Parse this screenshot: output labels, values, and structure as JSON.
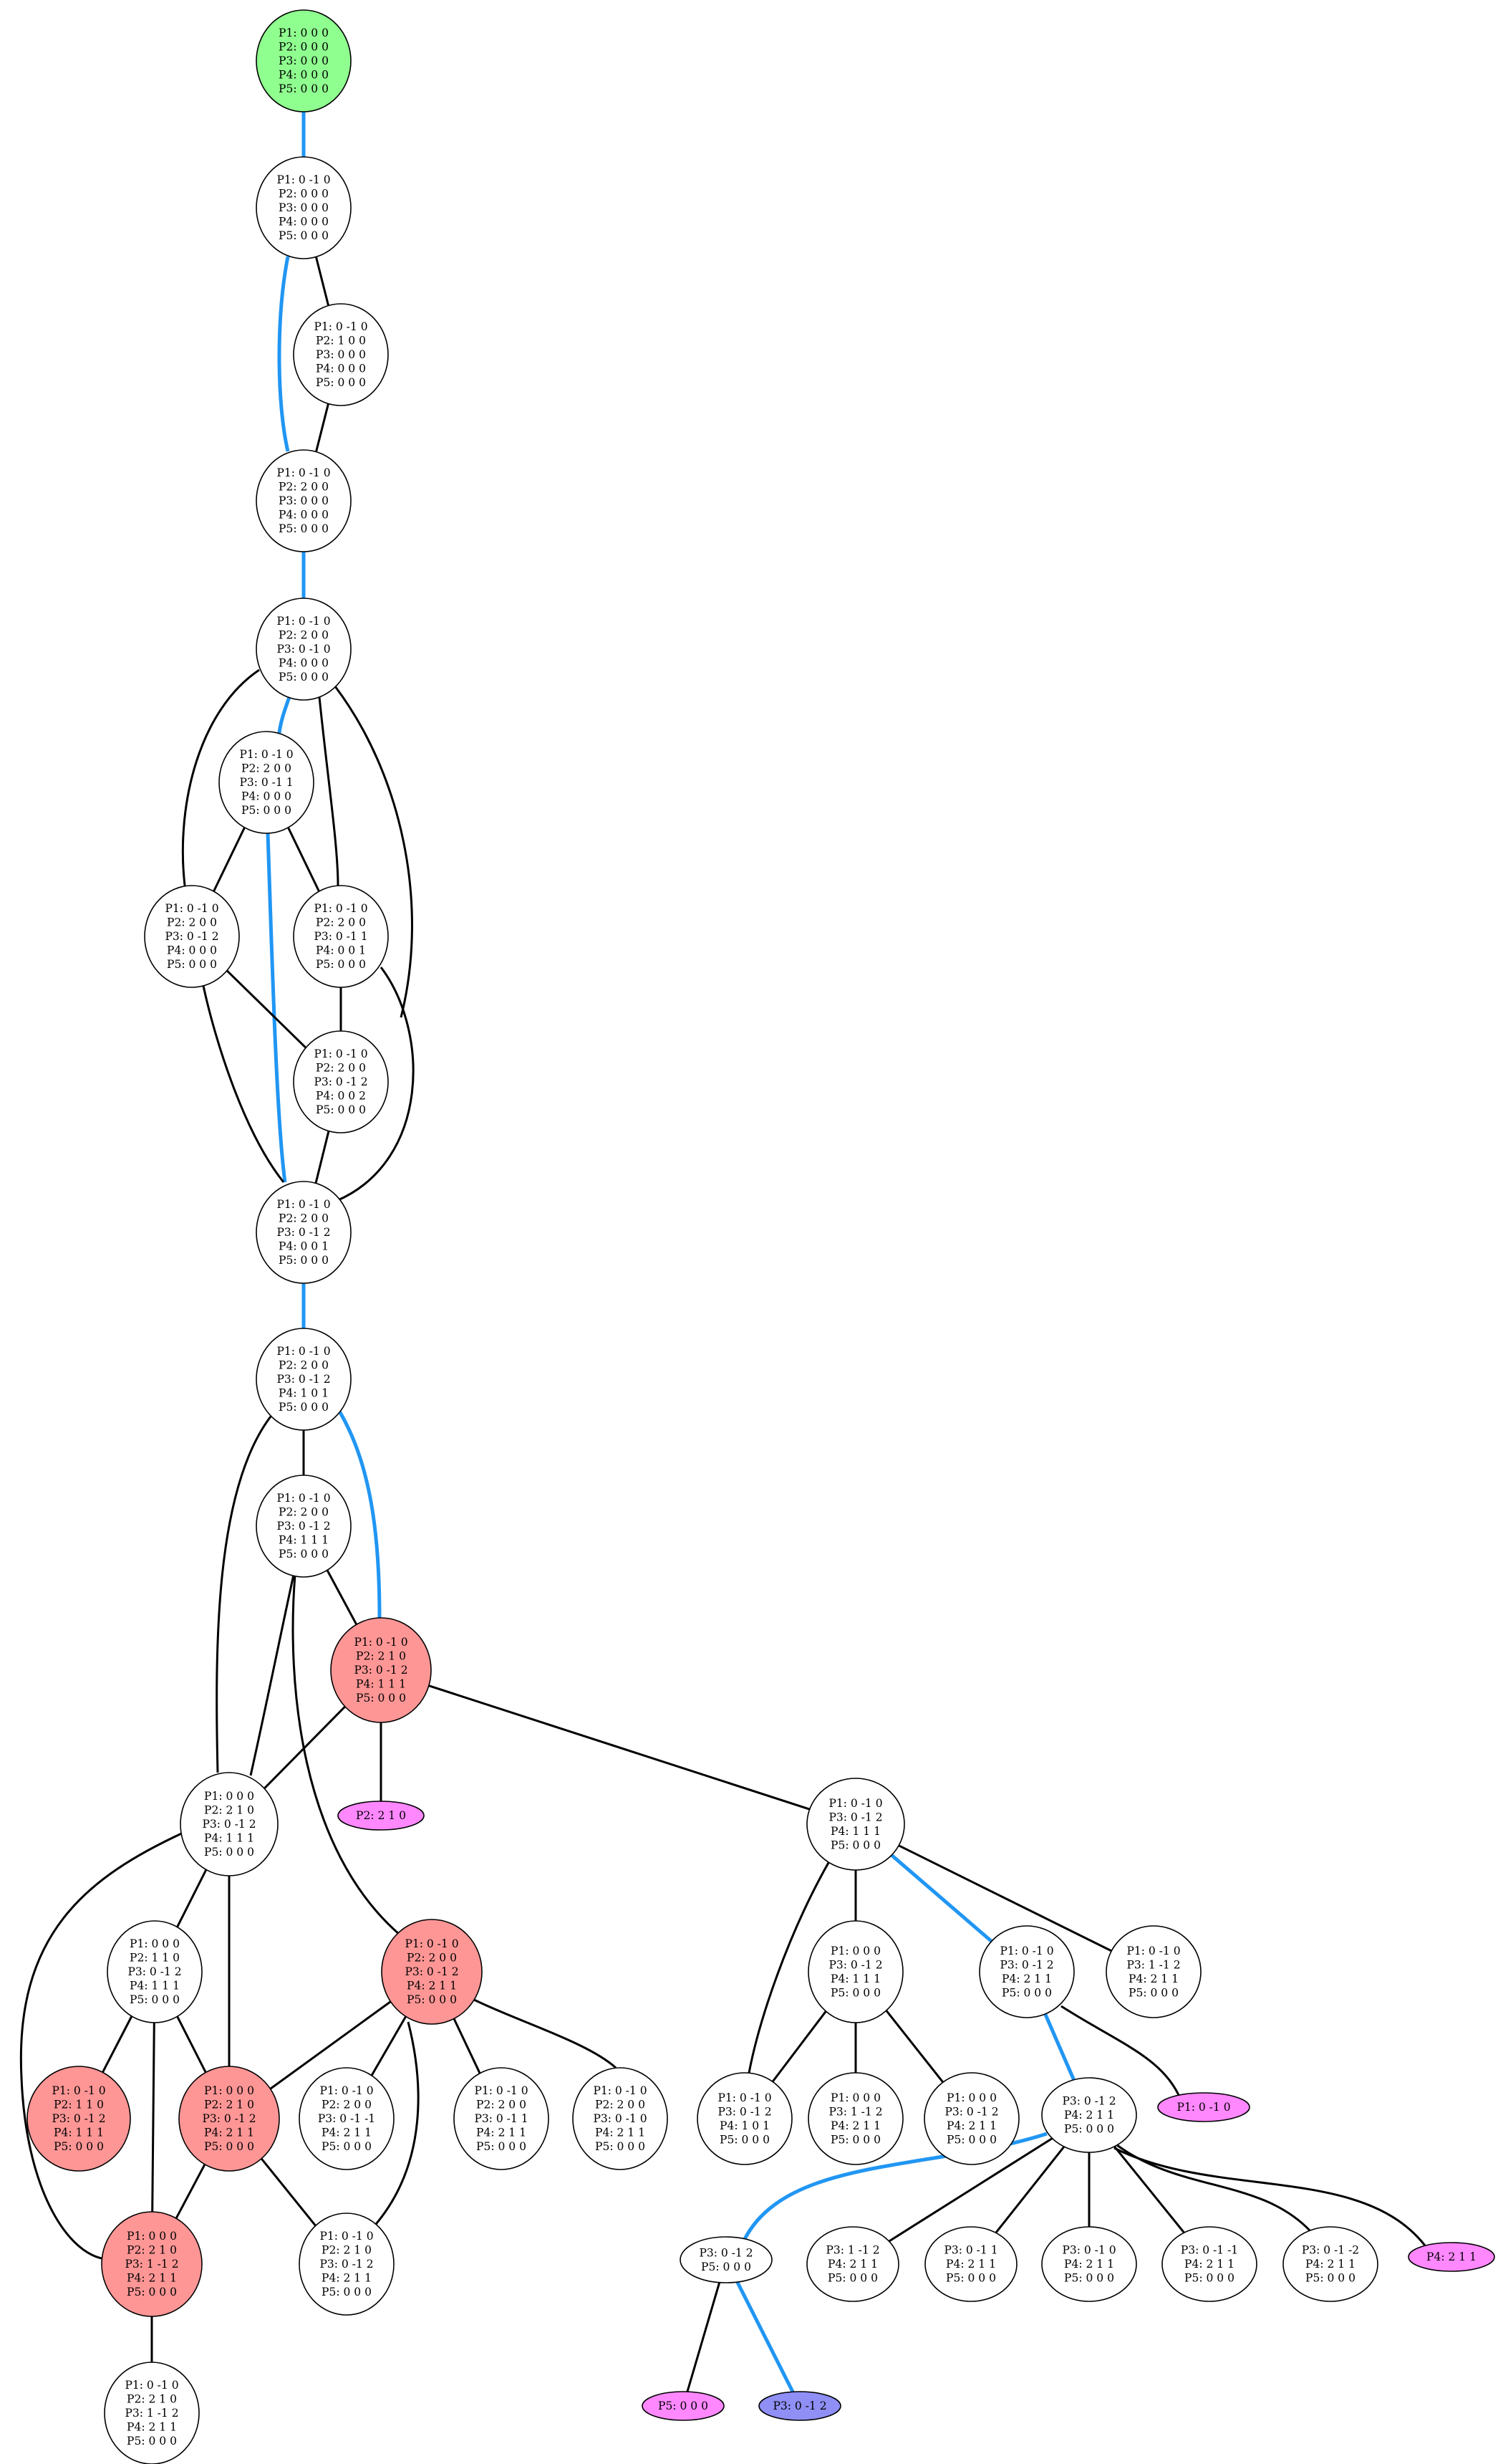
{
  "colors": {
    "path_edge": "#2196f3",
    "edge": "#000000",
    "start": "#8fff8f",
    "warning": "#ff9696",
    "leaf_pink": "#ff88ff",
    "leaf_blue": "#8f8ff5",
    "plain": "#ffffff"
  },
  "nodes": [
    {
      "id": "n1",
      "style": "start",
      "lines": [
        "P1: 0 0 0",
        "P2: 0 0 0",
        "P3: 0 0 0",
        "P4: 0 0 0",
        "P5: 0 0 0"
      ]
    },
    {
      "id": "n2",
      "style": "plain",
      "lines": [
        "P1: 0 -1 0",
        "P2: 0 0 0",
        "P3: 0 0 0",
        "P4: 0 0 0",
        "P5: 0 0 0"
      ]
    },
    {
      "id": "n3",
      "style": "plain",
      "lines": [
        "P1: 0 -1 0",
        "P2: 1 0 0",
        "P3: 0 0 0",
        "P4: 0 0 0",
        "P5: 0 0 0"
      ]
    },
    {
      "id": "n4",
      "style": "plain",
      "lines": [
        "P1: 0 -1 0",
        "P2: 2 0 0",
        "P3: 0 0 0",
        "P4: 0 0 0",
        "P5: 0 0 0"
      ]
    },
    {
      "id": "n5",
      "style": "plain",
      "lines": [
        "P1: 0 -1 0",
        "P2: 2 0 0",
        "P3: 0 -1 0",
        "P4: 0 0 0",
        "P5: 0 0 0"
      ]
    },
    {
      "id": "n6",
      "style": "plain",
      "lines": [
        "P1: 0 -1 0",
        "P2: 2 0 0",
        "P3: 0 -1 1",
        "P4: 0 0 0",
        "P5: 0 0 0"
      ]
    },
    {
      "id": "n7",
      "style": "plain",
      "lines": [
        "P1: 0 -1 0",
        "P2: 2 0 0",
        "P3: 0 -1 2",
        "P4: 0 0 0",
        "P5: 0 0 0"
      ]
    },
    {
      "id": "n8",
      "style": "plain",
      "lines": [
        "P1: 0 -1 0",
        "P2: 2 0 0",
        "P3: 0 -1 1",
        "P4: 0 0 1",
        "P5: 0 0 0"
      ]
    },
    {
      "id": "n9",
      "style": "plain",
      "lines": [
        "P1: 0 -1 0",
        "P2: 2 0 0",
        "P3: 0 -1 2",
        "P4: 0 0 2",
        "P5: 0 0 0"
      ]
    },
    {
      "id": "n10",
      "style": "plain",
      "lines": [
        "P1: 0 -1 0",
        "P2: 2 0 0",
        "P3: 0 -1 2",
        "P4: 0 0 1",
        "P5: 0 0 0"
      ]
    },
    {
      "id": "n11",
      "style": "plain",
      "lines": [
        "P1: 0 -1 0",
        "P2: 2 0 0",
        "P3: 0 -1 2",
        "P4: 1 0 1",
        "P5: 0 0 0"
      ]
    },
    {
      "id": "n12",
      "style": "plain",
      "lines": [
        "P1: 0 -1 0",
        "P2: 2 0 0",
        "P3: 0 -1 2",
        "P4: 1 1 1",
        "P5: 0 0 0"
      ]
    },
    {
      "id": "n13",
      "style": "warning",
      "lines": [
        "P1: 0 -1 0",
        "P2: 2 1 0",
        "P3: 0 -1 2",
        "P4: 1 1 1",
        "P5: 0 0 0"
      ]
    },
    {
      "id": "n14",
      "style": "leaf_pink",
      "lines": [
        "P2: 2 1 0"
      ]
    },
    {
      "id": "n15",
      "style": "plain",
      "lines": [
        "P1: 0 0 0",
        "P2: 2 1 0",
        "P3: 0 -1 2",
        "P4: 1 1 1",
        "P5: 0 0 0"
      ]
    },
    {
      "id": "n16",
      "style": "plain",
      "lines": [
        "P1: 0 -1 0",
        "P3: 0 -1 2",
        "P4: 1 1 1",
        "P5: 0 0 0"
      ]
    },
    {
      "id": "n17",
      "style": "plain",
      "lines": [
        "P1: 0 0 0",
        "P2: 1 1 0",
        "P3: 0 -1 2",
        "P4: 1 1 1",
        "P5: 0 0 0"
      ]
    },
    {
      "id": "n18",
      "style": "warning",
      "lines": [
        "P1: 0 -1 0",
        "P2: 2 0 0",
        "P3: 0 -1 2",
        "P4: 2 1 1",
        "P5: 0 0 0"
      ]
    },
    {
      "id": "n19",
      "style": "plain",
      "lines": [
        "P1: 0 0 0",
        "P3: 0 -1 2",
        "P4: 1 1 1",
        "P5: 0 0 0"
      ]
    },
    {
      "id": "n20",
      "style": "plain",
      "lines": [
        "P1: 0 -1 0",
        "P3: 0 -1 2",
        "P4: 2 1 1",
        "P5: 0 0 0"
      ]
    },
    {
      "id": "n21",
      "style": "plain",
      "lines": [
        "P1: 0 -1 0",
        "P3: 1 -1 2",
        "P4: 2 1 1",
        "P5: 0 0 0"
      ]
    },
    {
      "id": "n22",
      "style": "warning",
      "lines": [
        "P1: 0 -1 0",
        "P2: 1 1 0",
        "P3: 0 -1 2",
        "P4: 1 1 1",
        "P5: 0 0 0"
      ]
    },
    {
      "id": "n23",
      "style": "warning",
      "lines": [
        "P1: 0 0 0",
        "P2: 2 1 0",
        "P3: 0 -1 2",
        "P4: 2 1 1",
        "P5: 0 0 0"
      ]
    },
    {
      "id": "n24",
      "style": "plain",
      "lines": [
        "P1: 0 -1 0",
        "P2: 2 0 0",
        "P3: 0 -1 -1",
        "P4: 2 1 1",
        "P5: 0 0 0"
      ]
    },
    {
      "id": "n25",
      "style": "plain",
      "lines": [
        "P1: 0 -1 0",
        "P2: 2 0 0",
        "P3: 0 -1 1",
        "P4: 2 1 1",
        "P5: 0 0 0"
      ]
    },
    {
      "id": "n26",
      "style": "plain",
      "lines": [
        "P1: 0 -1 0",
        "P2: 2 0 0",
        "P3: 0 -1 0",
        "P4: 2 1 1",
        "P5: 0 0 0"
      ]
    },
    {
      "id": "n27",
      "style": "plain",
      "lines": [
        "P1: 0 -1 0",
        "P3: 0 -1 2",
        "P4: 1 0 1",
        "P5: 0 0 0"
      ]
    },
    {
      "id": "n28",
      "style": "plain",
      "lines": [
        "P1: 0 0 0",
        "P3: 1 -1 2",
        "P4: 2 1 1",
        "P5: 0 0 0"
      ]
    },
    {
      "id": "n29",
      "style": "plain",
      "lines": [
        "P1: 0 0 0",
        "P3: 0 -1 2",
        "P4: 2 1 1",
        "P5: 0 0 0"
      ]
    },
    {
      "id": "n30",
      "style": "plain",
      "lines": [
        "P3: 0 -1 2",
        "P4: 2 1 1",
        "P5: 0 0 0"
      ]
    },
    {
      "id": "n31",
      "style": "leaf_pink",
      "lines": [
        "P1: 0 -1 0"
      ]
    },
    {
      "id": "n32",
      "style": "warning",
      "lines": [
        "P1: 0 0 0",
        "P2: 2 1 0",
        "P3: 1 -1 2",
        "P4: 2 1 1",
        "P5: 0 0 0"
      ]
    },
    {
      "id": "n33",
      "style": "plain",
      "lines": [
        "P1: 0 -1 0",
        "P2: 2 1 0",
        "P3: 0 -1 2",
        "P4: 2 1 1",
        "P5: 0 0 0"
      ]
    },
    {
      "id": "n34",
      "style": "plain",
      "lines": [
        "P3: 0 -1 2",
        "P5: 0 0 0"
      ]
    },
    {
      "id": "n35",
      "style": "plain",
      "lines": [
        "P3: 1 -1 2",
        "P4: 2 1 1",
        "P5: 0 0 0"
      ]
    },
    {
      "id": "n36",
      "style": "plain",
      "lines": [
        "P3: 0 -1 1",
        "P4: 2 1 1",
        "P5: 0 0 0"
      ]
    },
    {
      "id": "n37",
      "style": "plain",
      "lines": [
        "P3: 0 -1 0",
        "P4: 2 1 1",
        "P5: 0 0 0"
      ]
    },
    {
      "id": "n38",
      "style": "plain",
      "lines": [
        "P3: 0 -1 -1",
        "P4: 2 1 1",
        "P5: 0 0 0"
      ]
    },
    {
      "id": "n39",
      "style": "plain",
      "lines": [
        "P3: 0 -1 -2",
        "P4: 2 1 1",
        "P5: 0 0 0"
      ]
    },
    {
      "id": "n40",
      "style": "leaf_pink",
      "lines": [
        "P4: 2 1 1"
      ]
    },
    {
      "id": "n41",
      "style": "plain",
      "lines": [
        "P1: 0 -1 0",
        "P2: 2 1 0",
        "P3: 1 -1 2",
        "P4: 2 1 1",
        "P5: 0 0 0"
      ]
    },
    {
      "id": "n42",
      "style": "leaf_pink",
      "lines": [
        "P5: 0 0 0"
      ]
    },
    {
      "id": "n43",
      "style": "leaf_blue",
      "lines": [
        "P3: 0 -1 2"
      ]
    }
  ],
  "edges": [
    {
      "from": "n1",
      "to": "n2",
      "path": true
    },
    {
      "from": "n2",
      "to": "n3",
      "path": false
    },
    {
      "from": "n2",
      "to": "n4",
      "path": true
    },
    {
      "from": "n3",
      "to": "n4",
      "path": false
    },
    {
      "from": "n4",
      "to": "n5",
      "path": true
    },
    {
      "from": "n5",
      "to": "n6",
      "path": true
    },
    {
      "from": "n5",
      "to": "n7",
      "path": false
    },
    {
      "from": "n5",
      "to": "n8",
      "path": false
    },
    {
      "from": "n5",
      "to": "n9",
      "path": false
    },
    {
      "from": "n6",
      "to": "n7",
      "path": false
    },
    {
      "from": "n6",
      "to": "n8",
      "path": false
    },
    {
      "from": "n6",
      "to": "n10",
      "path": true
    },
    {
      "from": "n7",
      "to": "n9",
      "path": false
    },
    {
      "from": "n7",
      "to": "n10",
      "path": false
    },
    {
      "from": "n8",
      "to": "n9",
      "path": false
    },
    {
      "from": "n8",
      "to": "n10",
      "path": false
    },
    {
      "from": "n9",
      "to": "n10",
      "path": false
    },
    {
      "from": "n10",
      "to": "n11",
      "path": true
    },
    {
      "from": "n11",
      "to": "n12",
      "path": false
    },
    {
      "from": "n11",
      "to": "n13",
      "path": true
    },
    {
      "from": "n11",
      "to": "n15",
      "path": false
    },
    {
      "from": "n12",
      "to": "n13",
      "path": false
    },
    {
      "from": "n12",
      "to": "n15",
      "path": false
    },
    {
      "from": "n12",
      "to": "n18",
      "path": false
    },
    {
      "from": "n13",
      "to": "n14",
      "path": false
    },
    {
      "from": "n13",
      "to": "n15",
      "path": false
    },
    {
      "from": "n13",
      "to": "n16",
      "path": false
    },
    {
      "from": "n15",
      "to": "n17",
      "path": false
    },
    {
      "from": "n15",
      "to": "n23",
      "path": false
    },
    {
      "from": "n15",
      "to": "n32",
      "path": false
    },
    {
      "from": "n16",
      "to": "n19",
      "path": false
    },
    {
      "from": "n16",
      "to": "n20",
      "path": true
    },
    {
      "from": "n16",
      "to": "n21",
      "path": false
    },
    {
      "from": "n16",
      "to": "n27",
      "path": false
    },
    {
      "from": "n17",
      "to": "n22",
      "path": false
    },
    {
      "from": "n17",
      "to": "n23",
      "path": false
    },
    {
      "from": "n17",
      "to": "n32",
      "path": false
    },
    {
      "from": "n18",
      "to": "n23",
      "path": false
    },
    {
      "from": "n18",
      "to": "n24",
      "path": false
    },
    {
      "from": "n18",
      "to": "n25",
      "path": false
    },
    {
      "from": "n18",
      "to": "n26",
      "path": false
    },
    {
      "from": "n18",
      "to": "n33",
      "path": false
    },
    {
      "from": "n19",
      "to": "n27",
      "path": false
    },
    {
      "from": "n19",
      "to": "n28",
      "path": false
    },
    {
      "from": "n19",
      "to": "n29",
      "path": false
    },
    {
      "from": "n20",
      "to": "n30",
      "path": true
    },
    {
      "from": "n20",
      "to": "n31",
      "path": false
    },
    {
      "from": "n23",
      "to": "n32",
      "path": false
    },
    {
      "from": "n23",
      "to": "n33",
      "path": false
    },
    {
      "from": "n30",
      "to": "n34",
      "path": true
    },
    {
      "from": "n30",
      "to": "n35",
      "path": false
    },
    {
      "from": "n30",
      "to": "n36",
      "path": false
    },
    {
      "from": "n30",
      "to": "n37",
      "path": false
    },
    {
      "from": "n30",
      "to": "n38",
      "path": false
    },
    {
      "from": "n30",
      "to": "n39",
      "path": false
    },
    {
      "from": "n30",
      "to": "n40",
      "path": false
    },
    {
      "from": "n32",
      "to": "n41",
      "path": false
    },
    {
      "from": "n34",
      "to": "n42",
      "path": false
    },
    {
      "from": "n34",
      "to": "n43",
      "path": true
    }
  ]
}
